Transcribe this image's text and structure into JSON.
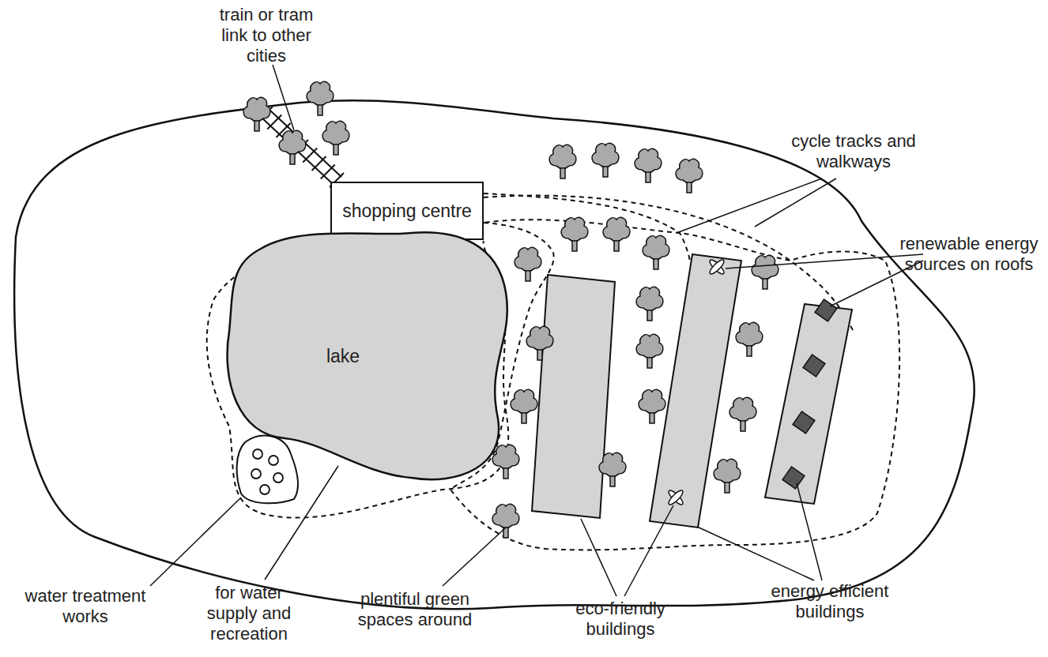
{
  "diagram": {
    "nodes": [
      {
        "text": [
          "shopping centre"
        ]
      },
      {
        "text": [
          "lake"
        ]
      }
    ],
    "labels": [
      "train or tram link to other cities",
      "cycle tracks and walkways",
      "renewable energy sources on roofs",
      "water treatment works",
      "for water supply and recreation",
      "plentiful green spaces around",
      "eco-friendly buildings",
      "energy efficient buildings"
    ]
  }
}
